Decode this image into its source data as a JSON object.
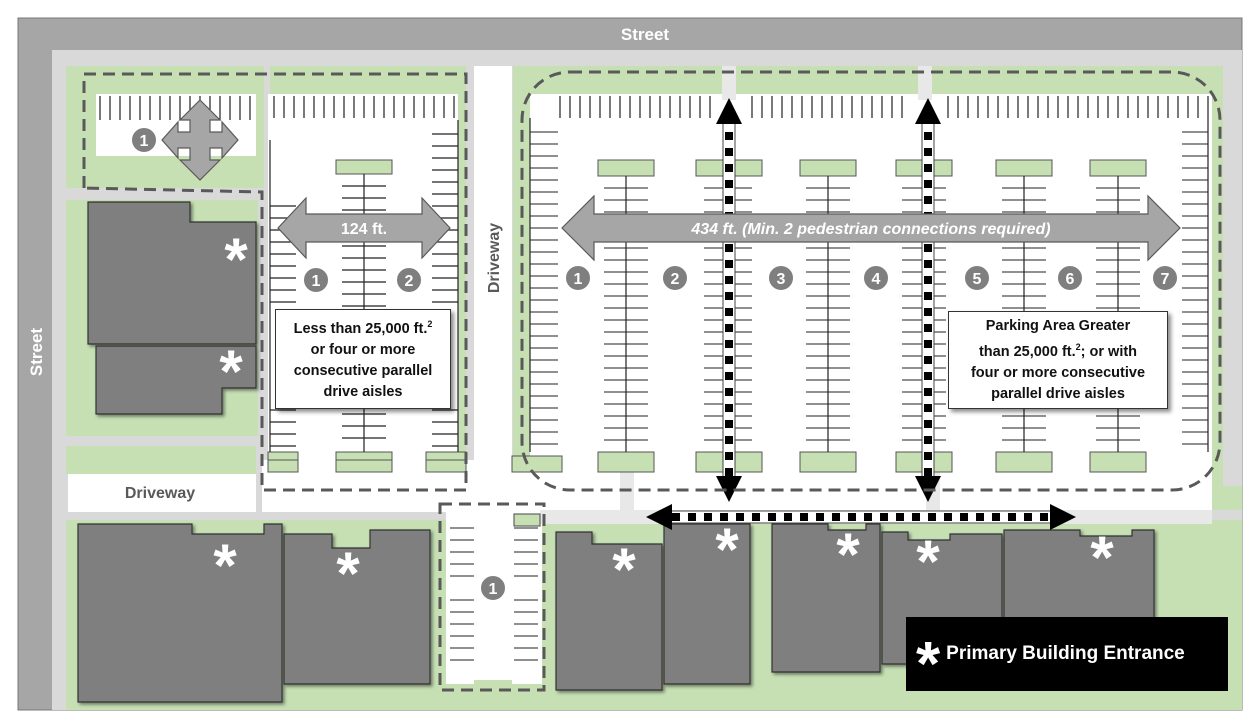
{
  "labels": {
    "street_top": "Street",
    "street_left": "Street",
    "driveway_vertical": "Driveway",
    "driveway_left": "Driveway"
  },
  "dimensions": {
    "small_lot_width": "124 ft.",
    "large_lot_width": "434 ft. (Min. 2 pedestrian connections required)"
  },
  "aisle_numbers": {
    "top_left_lot": [
      "1"
    ],
    "small_lot": [
      "1",
      "2"
    ],
    "large_lot": [
      "1",
      "2",
      "3",
      "4",
      "5",
      "6",
      "7"
    ],
    "center_lot": [
      "1"
    ]
  },
  "callouts": {
    "small_lot": {
      "line1": "Less than 25,000 ft.",
      "sup": "2",
      "line2": "or four or more",
      "line3": "consecutive parallel",
      "line4": "drive aisles"
    },
    "large_lot": {
      "line1": "Parking Area Greater",
      "line2a": "than 25,000 ft.",
      "sup": "2",
      "line2b": "; or with",
      "line3": "four or more consecutive",
      "line4": "parallel drive aisles"
    }
  },
  "legend": {
    "symbol": "*",
    "label": "Primary Building Entrance"
  },
  "entrance_symbol": "*",
  "colors": {
    "street": "#a6a6a6",
    "landscape": "#c6e0b4",
    "building": "#7f7f7f",
    "aisle_marker": "#7f7f7f",
    "pedestrian_path": "#000000"
  }
}
